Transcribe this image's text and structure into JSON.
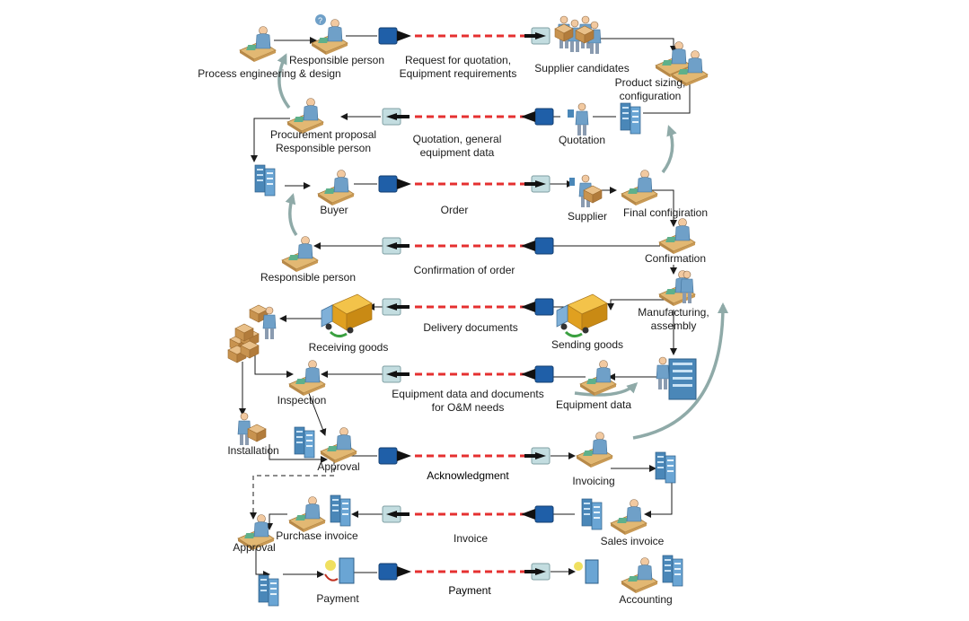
{
  "colors": {
    "message_line": "#e53030",
    "connector": "#1a1a1a",
    "feedback_arrow": "#8faaa8",
    "send_box": "#1f5fa8",
    "receive_box": "#c3dde0",
    "person_shirt": "#6fa0c8",
    "desk": "#e2b873",
    "server": "#4a87b8",
    "truck": "#e0a020"
  },
  "nodes": {
    "process_engineering": "Process engineering & design",
    "responsible_person_1": "Responsible person",
    "supplier_candidates": "Supplier candidates",
    "product_sizing_1": "Product sizing,",
    "product_sizing_2": "configuration",
    "quotation_node": "Quotation",
    "procurement_1": "Procurement proposal",
    "procurement_2": "Responsible person",
    "buyer": "Buyer",
    "supplier": "Supplier",
    "final_configuration": "Final configiration",
    "confirmation": "Confirmation",
    "responsible_person_2": "Responsible person",
    "manufacturing_1": "Manufacturing,",
    "manufacturing_2": "assembly",
    "receiving_goods": "Receiving goods",
    "sending_goods": "Sending goods",
    "inspection": "Inspection",
    "equipment_data_node": "Equipment data",
    "installation": "Installation",
    "approval_1": "Approval",
    "invoicing": "Invoicing",
    "purchase_invoice": "Purchase invoice",
    "sales_invoice": "Sales invoice",
    "approval_2": "Approval",
    "payment_node": "Payment",
    "accounting": "Accounting"
  },
  "messages": {
    "rfq_1": "Request for quotation,",
    "rfq_2": "Equipment requirements",
    "quotation_1": "Quotation, general",
    "quotation_2": "equipment data",
    "order": "Order",
    "confirmation_of_order": "Confirmation of order",
    "delivery_documents": "Delivery documents",
    "equipment_docs_1": "Equipment data and documents",
    "equipment_docs_2": "for O&M needs",
    "acknowledgment": "Acknowledgment",
    "invoice": "Invoice",
    "payment": "Payment"
  }
}
